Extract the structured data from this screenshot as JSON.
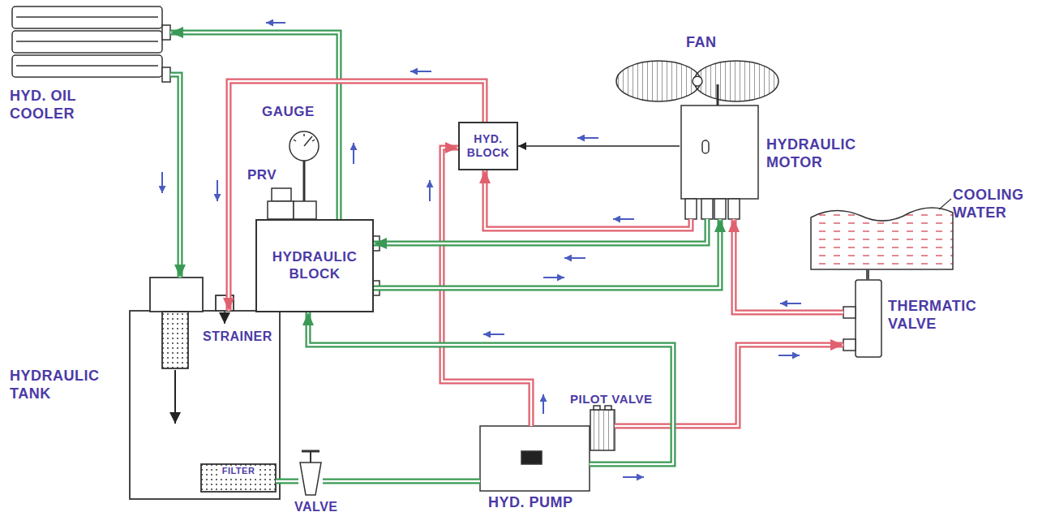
{
  "diagram": {
    "nodes": [
      {
        "text": [
          "HYD. OIL COOLER"
        ]
      },
      {
        "text": [
          "FAN"
        ]
      },
      {
        "text": [
          "HYDRAULIC MOTOR"
        ]
      },
      {
        "text": [
          "GAUGE"
        ]
      },
      {
        "text": [
          "PRV"
        ]
      },
      {
        "text": [
          "HYD. BLOCK"
        ]
      },
      {
        "text": [
          "COOLING WATER"
        ]
      },
      {
        "text": [
          "HYDRAULIC BLOCK"
        ]
      },
      {
        "text": [
          "THERMATIC VALVE"
        ]
      },
      {
        "text": [
          "HYDRAULIC TANK"
        ]
      },
      {
        "text": [
          "STRAINER"
        ],
        "in": 9
      },
      {
        "text": [
          "FILTER"
        ],
        "in": 9
      },
      {
        "text": [
          "PILOT VALVE"
        ]
      },
      {
        "text": [
          "VALVE"
        ]
      },
      {
        "text": [
          "HYD. PUMP"
        ]
      }
    ],
    "edges": [
      {
        "from": 7,
        "to": 0,
        "arrow": "to"
      },
      {
        "from": 0,
        "to": 10,
        "arrow": "to"
      },
      {
        "from": 2,
        "to": 5,
        "arrow": "to"
      },
      {
        "from": 5,
        "to": 9,
        "arrow": "to"
      },
      {
        "from": 14,
        "to": 5,
        "arrow": "to"
      },
      {
        "from": 2,
        "to": 5,
        "arrow": "to"
      },
      {
        "from": 2,
        "to": 7,
        "arrow": "to"
      },
      {
        "from": 7,
        "to": 2,
        "arrow": "to"
      },
      {
        "from": 8,
        "to": 2,
        "arrow": "to"
      },
      {
        "from": 12,
        "to": 8,
        "arrow": "to"
      },
      {
        "from": 14,
        "to": 7,
        "arrow": "to"
      },
      {
        "from": 11,
        "to": 13,
        "arrow": "none"
      },
      {
        "from": 13,
        "to": 14,
        "arrow": "none"
      },
      {
        "from": 6,
        "to": 8,
        "arrow": "none"
      }
    ]
  }
}
